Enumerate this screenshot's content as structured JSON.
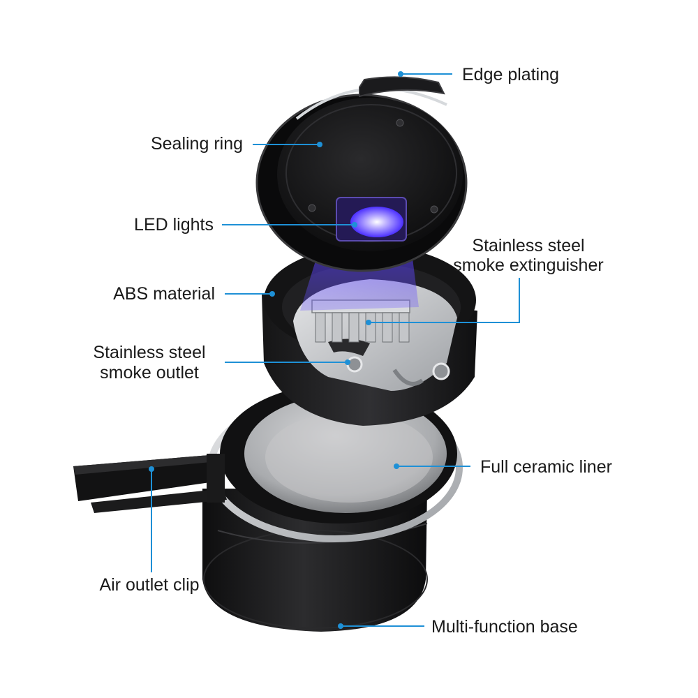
{
  "diagram": {
    "labels": {
      "edge_plating": "Edge plating",
      "sealing_ring": "Sealing ring",
      "led_lights": "LED lights",
      "steel_extinguisher_line1": "Stainless steel",
      "steel_extinguisher_line2": "smoke extinguisher",
      "abs_material": "ABS material",
      "steel_outlet_line1": "Stainless steel",
      "steel_outlet_line2": "smoke outlet",
      "ceramic_liner": "Full ceramic liner",
      "air_outlet_clip": "Air outlet clip",
      "multi_function_base": "Multi-function base"
    },
    "colors": {
      "leader_line": "#1e90d6",
      "label_text": "#1a1a1a",
      "body_black": "#161616",
      "chrome": "#c8ccd0",
      "led_glow": "#5b3cff",
      "steel": "#b9bcc0"
    }
  }
}
